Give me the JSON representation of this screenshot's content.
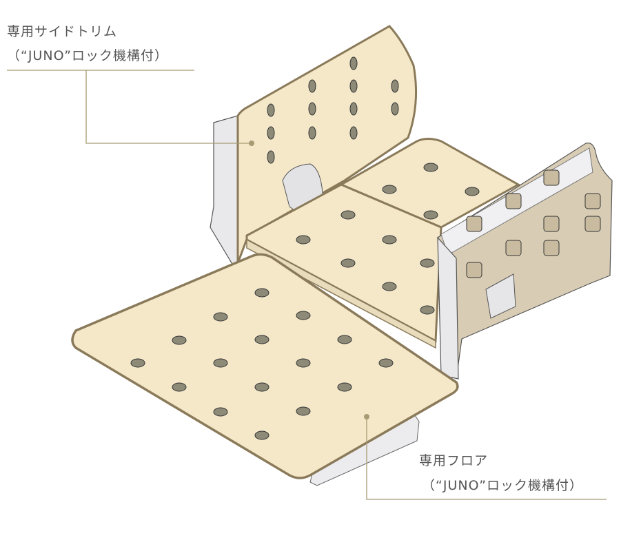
{
  "labels": {
    "side_trim": {
      "line1": "専用サイドトリム",
      "line2": "（“JUNO”ロック機構付）"
    },
    "floor": {
      "line1": "専用フロア",
      "line2": "（“JUNO”ロック機構付）"
    }
  },
  "colors": {
    "floor_fill": "#f4e8c9",
    "edge": "#8a7a5a",
    "side_panel_fill": "#d8ccb4",
    "white_strip": "#e9e9ec",
    "leader_line": "#a89a73",
    "text": "#555555"
  }
}
